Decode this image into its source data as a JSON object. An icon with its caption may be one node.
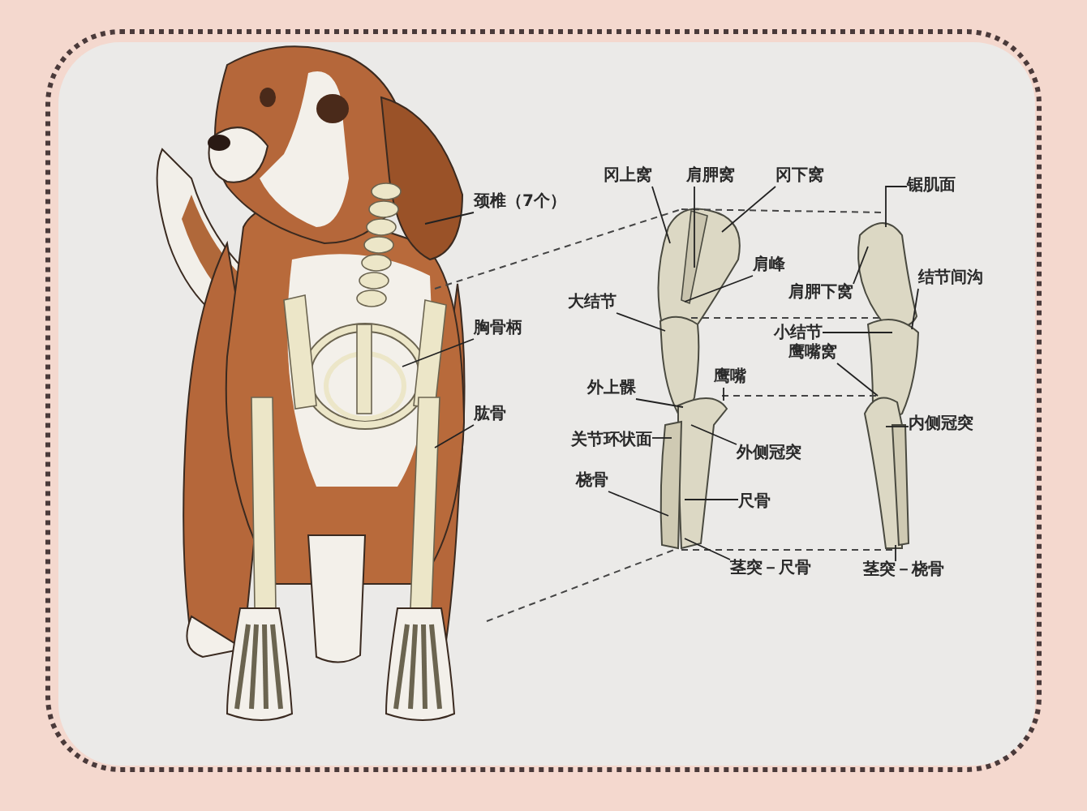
{
  "diagram": {
    "nodes": [
      {
        "text": [
          "颈椎（7个）"
        ]
      },
      {
        "text": [
          "胸骨柄"
        ]
      },
      {
        "text": [
          "肱骨"
        ]
      },
      {
        "text": [
          "冈上窝"
        ]
      },
      {
        "text": [
          "肩胛窝"
        ]
      },
      {
        "text": [
          "冈下窝"
        ]
      },
      {
        "text": [
          "锯肌面"
        ]
      },
      {
        "text": [
          "肩峰"
        ]
      },
      {
        "text": [
          "大结节"
        ]
      },
      {
        "text": [
          "肩胛下窝"
        ]
      },
      {
        "text": [
          "结节间沟"
        ]
      },
      {
        "text": [
          "小结节"
        ]
      },
      {
        "text": [
          "鹰嘴窝"
        ]
      },
      {
        "text": [
          "鹰嘴"
        ]
      },
      {
        "text": [
          "外上髁"
        ]
      },
      {
        "text": [
          "内侧冠突"
        ]
      },
      {
        "text": [
          "关节环状面"
        ]
      },
      {
        "text": [
          "外侧冠突"
        ]
      },
      {
        "text": [
          "桡骨"
        ]
      },
      {
        "text": [
          "尺骨"
        ]
      },
      {
        "text": [
          "茎突－尺骨"
        ]
      },
      {
        "text": [
          "茎突－桡骨"
        ]
      }
    ],
    "edges": [
      {
        "from": 0,
        "to": null,
        "arrow": "none"
      },
      {
        "from": 1,
        "to": null,
        "arrow": "none"
      },
      {
        "from": 2,
        "to": null,
        "arrow": "none"
      },
      {
        "from": 3,
        "to": null,
        "arrow": "none"
      },
      {
        "from": 4,
        "to": null,
        "arrow": "none"
      },
      {
        "from": 5,
        "to": null,
        "arrow": "none"
      },
      {
        "from": 6,
        "to": null,
        "arrow": "none"
      },
      {
        "from": 7,
        "to": null,
        "arrow": "none"
      },
      {
        "from": 8,
        "to": null,
        "arrow": "none"
      },
      {
        "from": 9,
        "to": null,
        "arrow": "none"
      },
      {
        "from": 10,
        "to": null,
        "arrow": "none"
      },
      {
        "from": 11,
        "to": null,
        "arrow": "none"
      },
      {
        "from": 12,
        "to": null,
        "arrow": "none"
      },
      {
        "from": 13,
        "to": null,
        "arrow": "none"
      },
      {
        "from": 14,
        "to": null,
        "arrow": "none"
      },
      {
        "from": 15,
        "to": null,
        "arrow": "none"
      },
      {
        "from": 16,
        "to": null,
        "arrow": "none"
      },
      {
        "from": 17,
        "to": null,
        "arrow": "none"
      },
      {
        "from": 18,
        "to": null,
        "arrow": "none"
      },
      {
        "from": 19,
        "to": null,
        "arrow": "none"
      },
      {
        "from": 20,
        "to": null,
        "arrow": "none"
      },
      {
        "from": 21,
        "to": null,
        "arrow": "none"
      }
    ]
  }
}
